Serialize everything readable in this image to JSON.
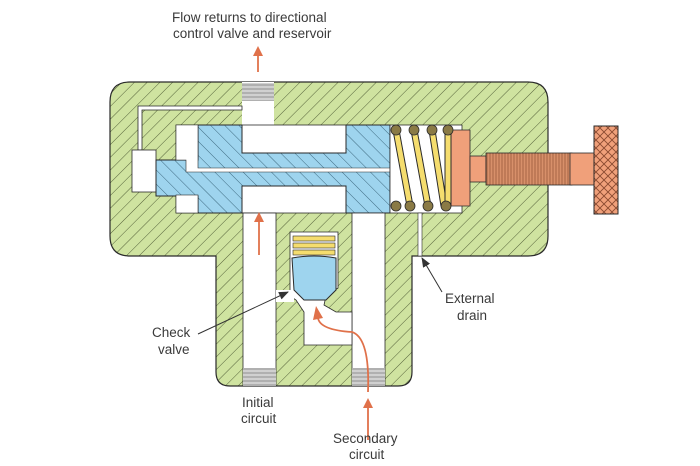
{
  "title": "Sequence valve cross-section",
  "labels": {
    "flow_returns_line1": "Flow returns to directional",
    "flow_returns_line2": "control valve and reservoir",
    "check_valve_line1": "Check",
    "check_valve_line2": "valve",
    "external_drain_line1": "External",
    "external_drain_line2": "drain",
    "initial_circuit_line1": "Initial",
    "initial_circuit_line2": "circuit",
    "secondary_circuit_line1": "Secondary",
    "secondary_circuit_line2": "circuit"
  },
  "colors": {
    "body": "#cfe3a0",
    "spool": "#9ed4ee",
    "spring": "#f5dd6e",
    "spring_end": "#8a7a45",
    "screw": "#f0a07a",
    "thread": "#c8c8c8",
    "arrow": "#e0714a",
    "outline": "#2a2a2a",
    "leader": "#333333"
  }
}
